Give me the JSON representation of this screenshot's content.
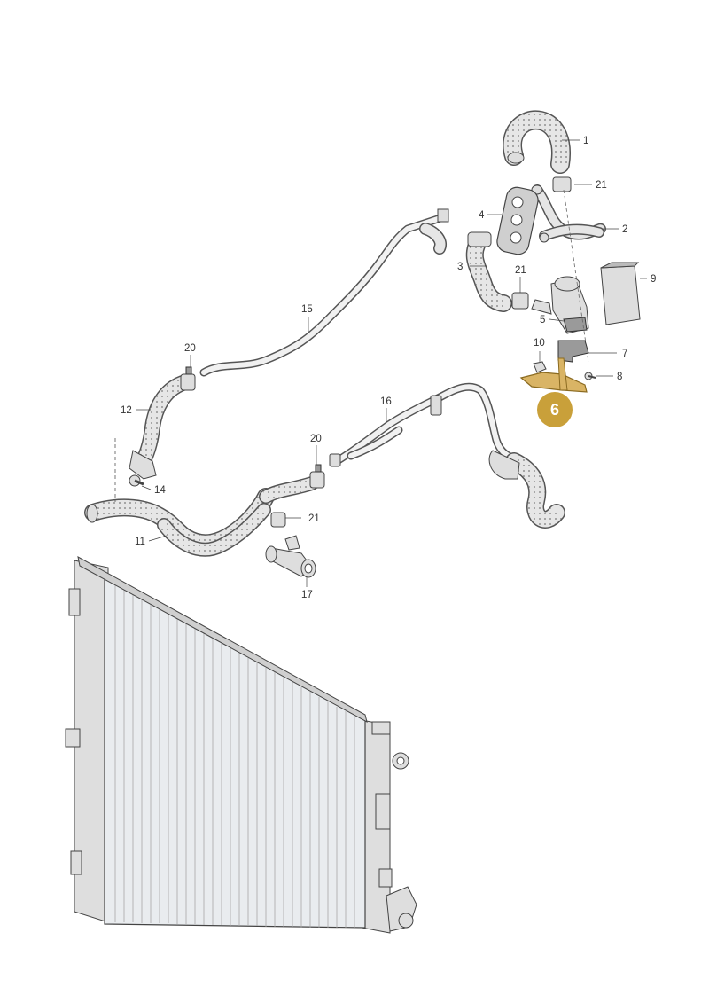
{
  "labels": {
    "p1": "1",
    "p2": "2",
    "p3": "3",
    "p4": "4",
    "p5": "5",
    "p7": "7",
    "p8": "8",
    "p9": "9",
    "p10": "10",
    "p11": "11",
    "p12": "12",
    "p14": "14",
    "p15": "15",
    "p16": "16",
    "p17": "17",
    "p20a": "20",
    "p20b": "20",
    "p21a": "21",
    "p21b": "21",
    "p21c": "21"
  },
  "highlight": {
    "label": "6",
    "color": "#c9a03a"
  },
  "colors": {
    "line": "#444444",
    "hose": "#e6e6e6",
    "highlight_part": "#d9b465"
  }
}
